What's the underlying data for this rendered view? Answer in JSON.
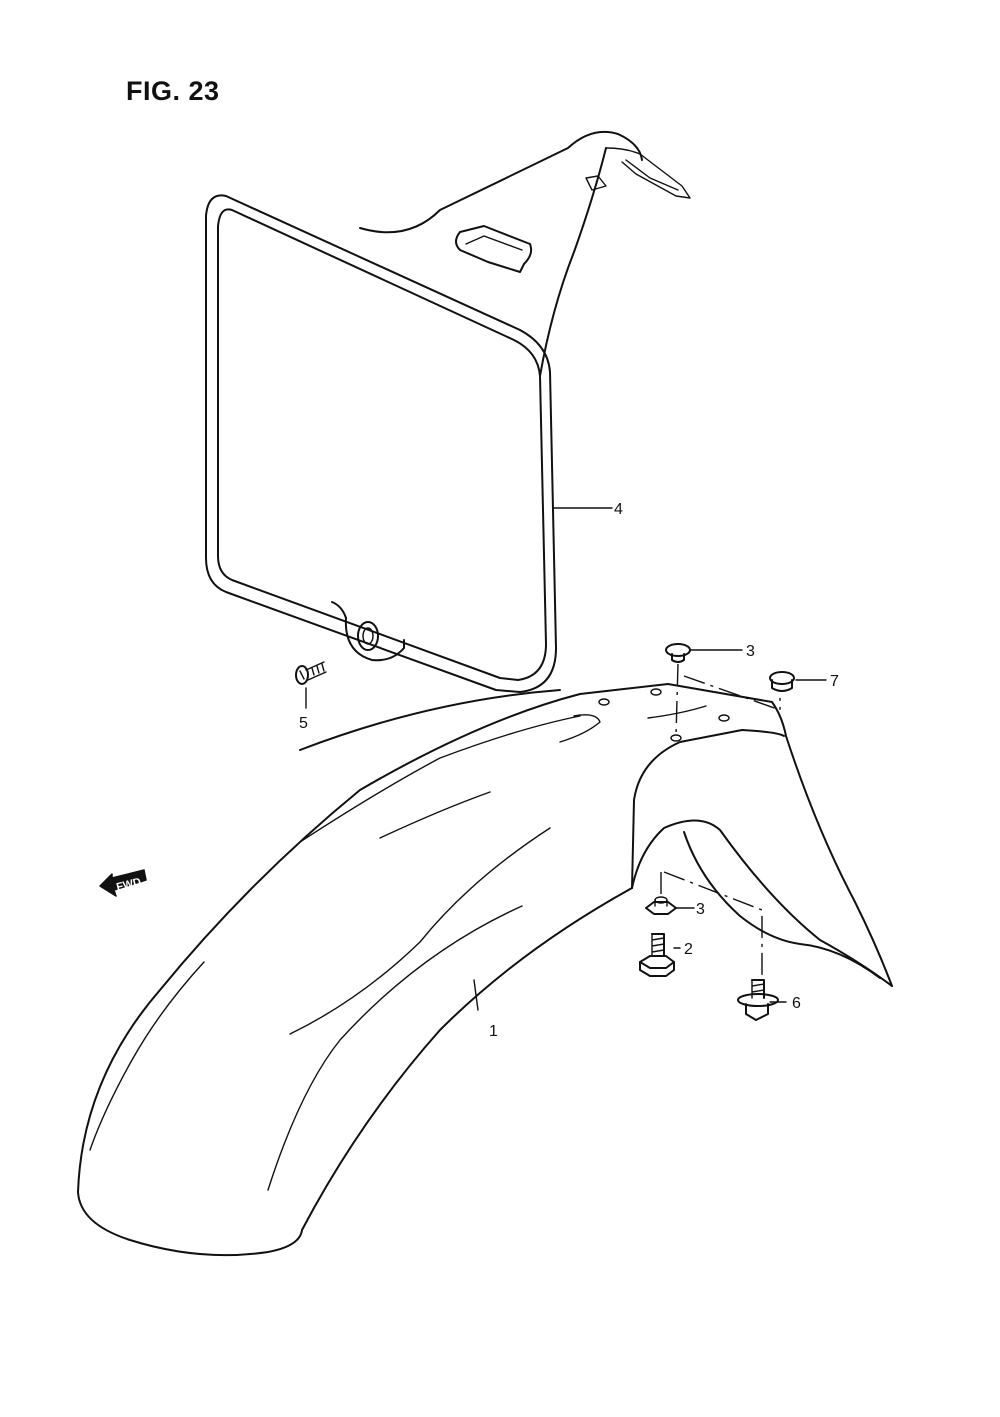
{
  "figure": {
    "title": "FIG. 23"
  },
  "direction_marker": {
    "label": "FWD",
    "icon": "forward-arrow-icon"
  },
  "parts": [
    {
      "ref": "1"
    },
    {
      "ref": "2"
    },
    {
      "ref": "3"
    },
    {
      "ref": "3"
    },
    {
      "ref": "4"
    },
    {
      "ref": "5"
    },
    {
      "ref": "6"
    },
    {
      "ref": "7"
    }
  ]
}
